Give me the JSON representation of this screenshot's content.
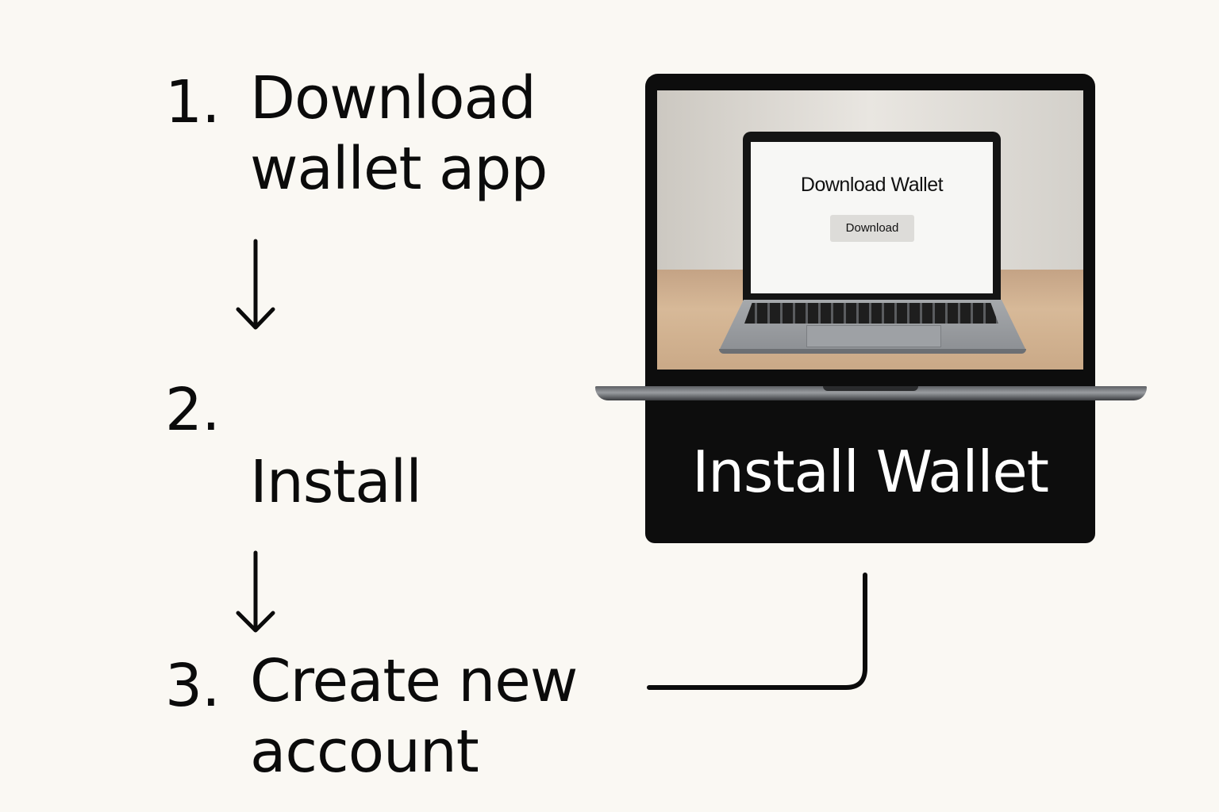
{
  "steps": [
    {
      "number": "1.",
      "lines": [
        "Download",
        "wallet app"
      ]
    },
    {
      "number": "2.",
      "lines": [
        "Install"
      ]
    },
    {
      "number": "3.",
      "lines": [
        "Create new",
        "account"
      ]
    }
  ],
  "illustration": {
    "screen_title": "Download Wallet",
    "screen_button": "Download",
    "banner": "Install Wallet"
  },
  "colors": {
    "background": "#faf8f3",
    "text": "#0b0b0b",
    "banner": "#0d0d0d",
    "banner_text": "#ffffff"
  },
  "icons": {
    "step_arrow": "arrow-down-icon",
    "connector": "elbow-connector"
  }
}
